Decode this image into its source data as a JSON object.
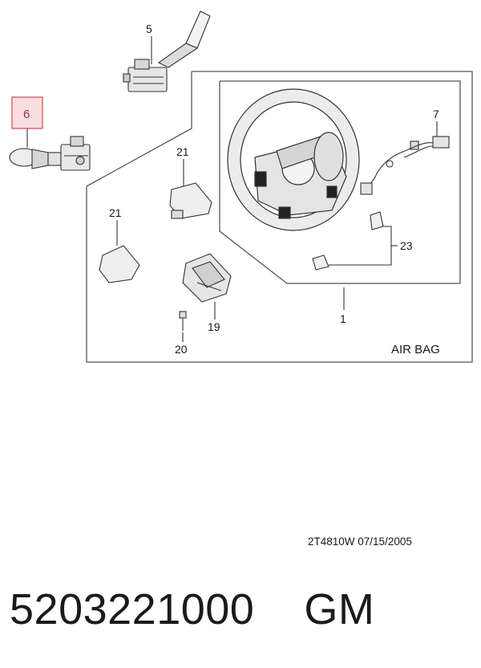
{
  "callouts": {
    "c1": "1",
    "c5": "5",
    "c6": "6",
    "c7": "7",
    "c19": "19",
    "c20": "20",
    "c21a": "21",
    "c21b": "21",
    "c23": "23"
  },
  "highlighted_callout": "6",
  "highlight_colors": {
    "fill": "#f9dfe1",
    "stroke": "#d9454f",
    "text": "#a0303a"
  },
  "box_label": "AIR BAG",
  "drawing_ref": "2T4810W  07/15/2005",
  "part_number_line": "5203221000    GM"
}
